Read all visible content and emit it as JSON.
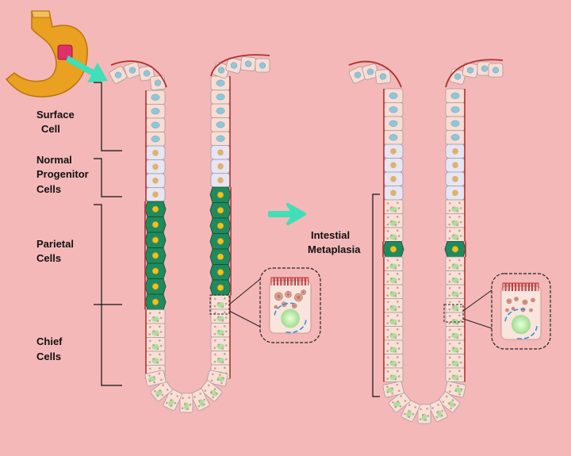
{
  "labels": {
    "surface": [
      "Surface",
      " Cell"
    ],
    "progenitor": [
      "Normal",
      "Progenitor",
      "Cells"
    ],
    "parietal": [
      "Parietal",
      "Cells"
    ],
    "chief": [
      "Chief",
      "Cells"
    ],
    "metaplasia": [
      "Intestial",
      "Metaplasia"
    ]
  },
  "colors": {
    "background": "#f4b8b8",
    "surface_cell": "#f9dcd4",
    "surface_nucleus": "#8fc6d8",
    "progenitor_cell": "#e6e6f2",
    "progenitor_nucleus": "#e0b070",
    "parietal_cell": "#1f8a5e",
    "parietal_nucleus": "#f0c020",
    "chief_cell": "#f8e0d8",
    "chief_nucleus": "#a8e0a0",
    "arrow": "#3fdfb8",
    "stomach": "#eaa020",
    "stomach_patch": "#e0306a",
    "microvilli": "#b23030"
  },
  "icons": [
    "stomach-icon",
    "arrow-icon"
  ]
}
